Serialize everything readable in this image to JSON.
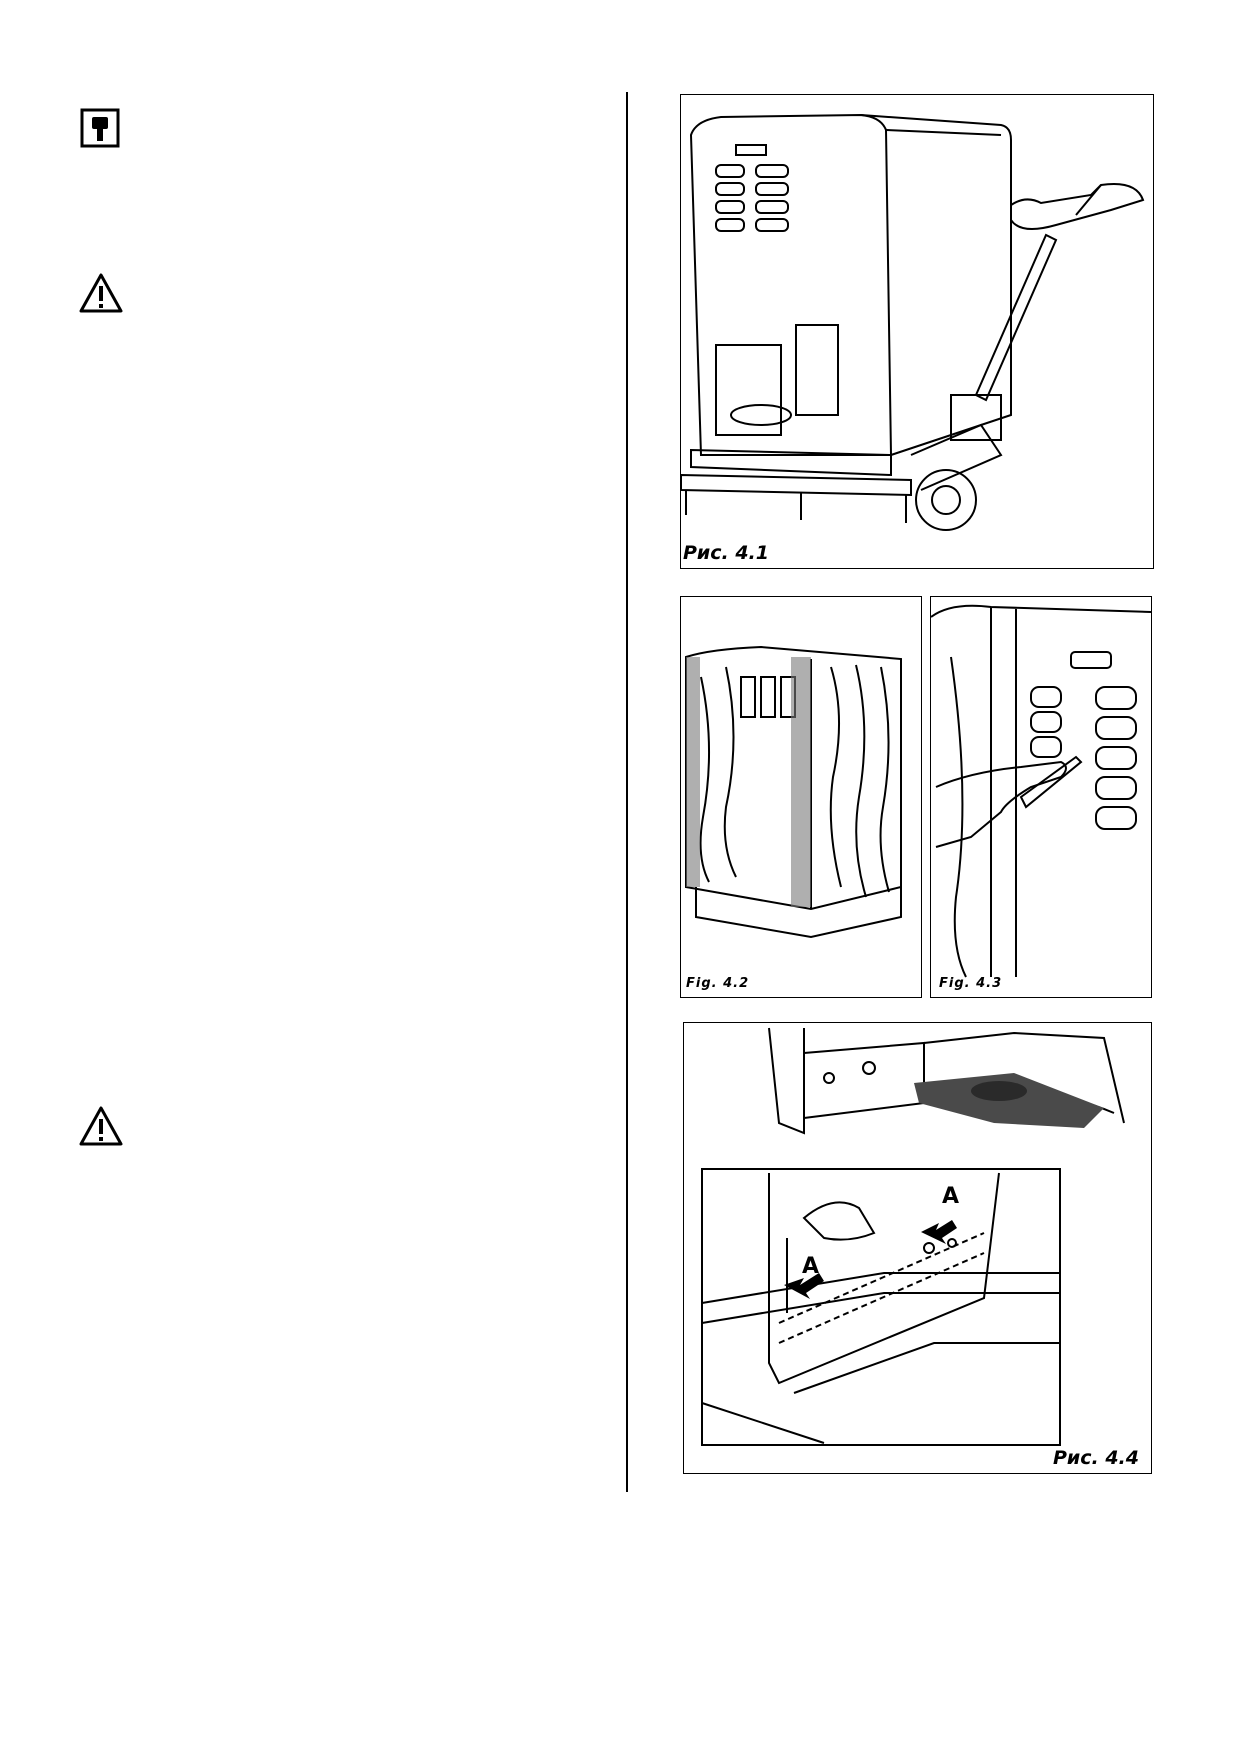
{
  "icons": {
    "key": "key-icon",
    "warning": "warning-triangle-icon"
  },
  "figures": {
    "fig41": {
      "caption": "Рис. 4.1"
    },
    "fig42": {
      "caption": "Fig. 4.2"
    },
    "fig43": {
      "caption": "Fig. 4.3"
    },
    "fig44": {
      "caption": "Рис. 4.4",
      "label_a": "A"
    }
  }
}
